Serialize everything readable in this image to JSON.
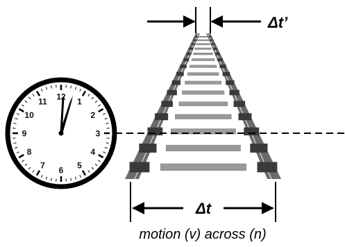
{
  "labels": {
    "delta_t_prime": "Δt’",
    "delta_t": "Δt",
    "caption": "motion (v) across (n)"
  },
  "clock": {
    "numbers": [
      "12",
      "1",
      "2",
      "3",
      "4",
      "5",
      "6",
      "7",
      "8",
      "9",
      "10",
      "11"
    ],
    "time_shown": "12:05"
  },
  "colors": {
    "ink": "#000000",
    "rail": "#6a6a6a",
    "sleeper": "#9a9a9a",
    "tie_plate": "#3a3a3a"
  }
}
